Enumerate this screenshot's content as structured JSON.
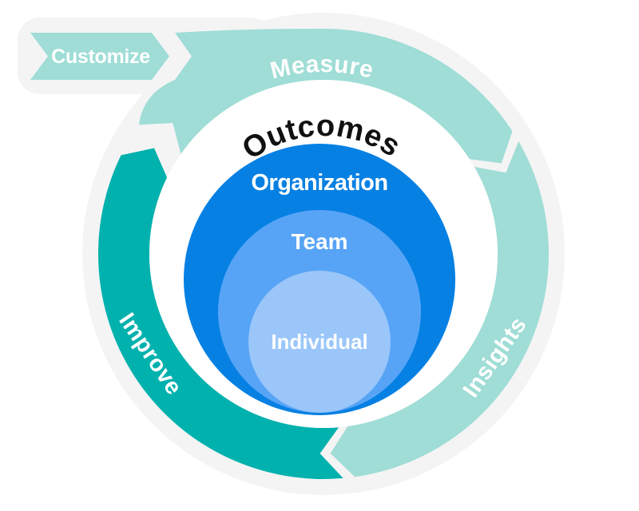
{
  "banner": {
    "label": "Customize"
  },
  "cycle_segments": [
    {
      "id": "measure",
      "label": "Measure"
    },
    {
      "id": "insights",
      "label": "Insights"
    },
    {
      "id": "improve",
      "label": "Improve"
    }
  ],
  "ring_label": "Outcomes",
  "nested_levels": [
    {
      "id": "organization",
      "label": "Organization"
    },
    {
      "id": "team",
      "label": "Team"
    },
    {
      "id": "individual",
      "label": "Individual"
    }
  ],
  "colors": {
    "backdrop_gray": "#f4f4f5",
    "segment_light_teal": "#9fddd6",
    "segment_dark_teal": "#00b1ad",
    "ring_white": "#ffffff",
    "organization_blue": "#0680e3",
    "team_blue": "#57a4f6",
    "individual_blue": "#9ac6fa",
    "cycle_label_text": "#ffffff",
    "outcomes_text": "#111111"
  }
}
